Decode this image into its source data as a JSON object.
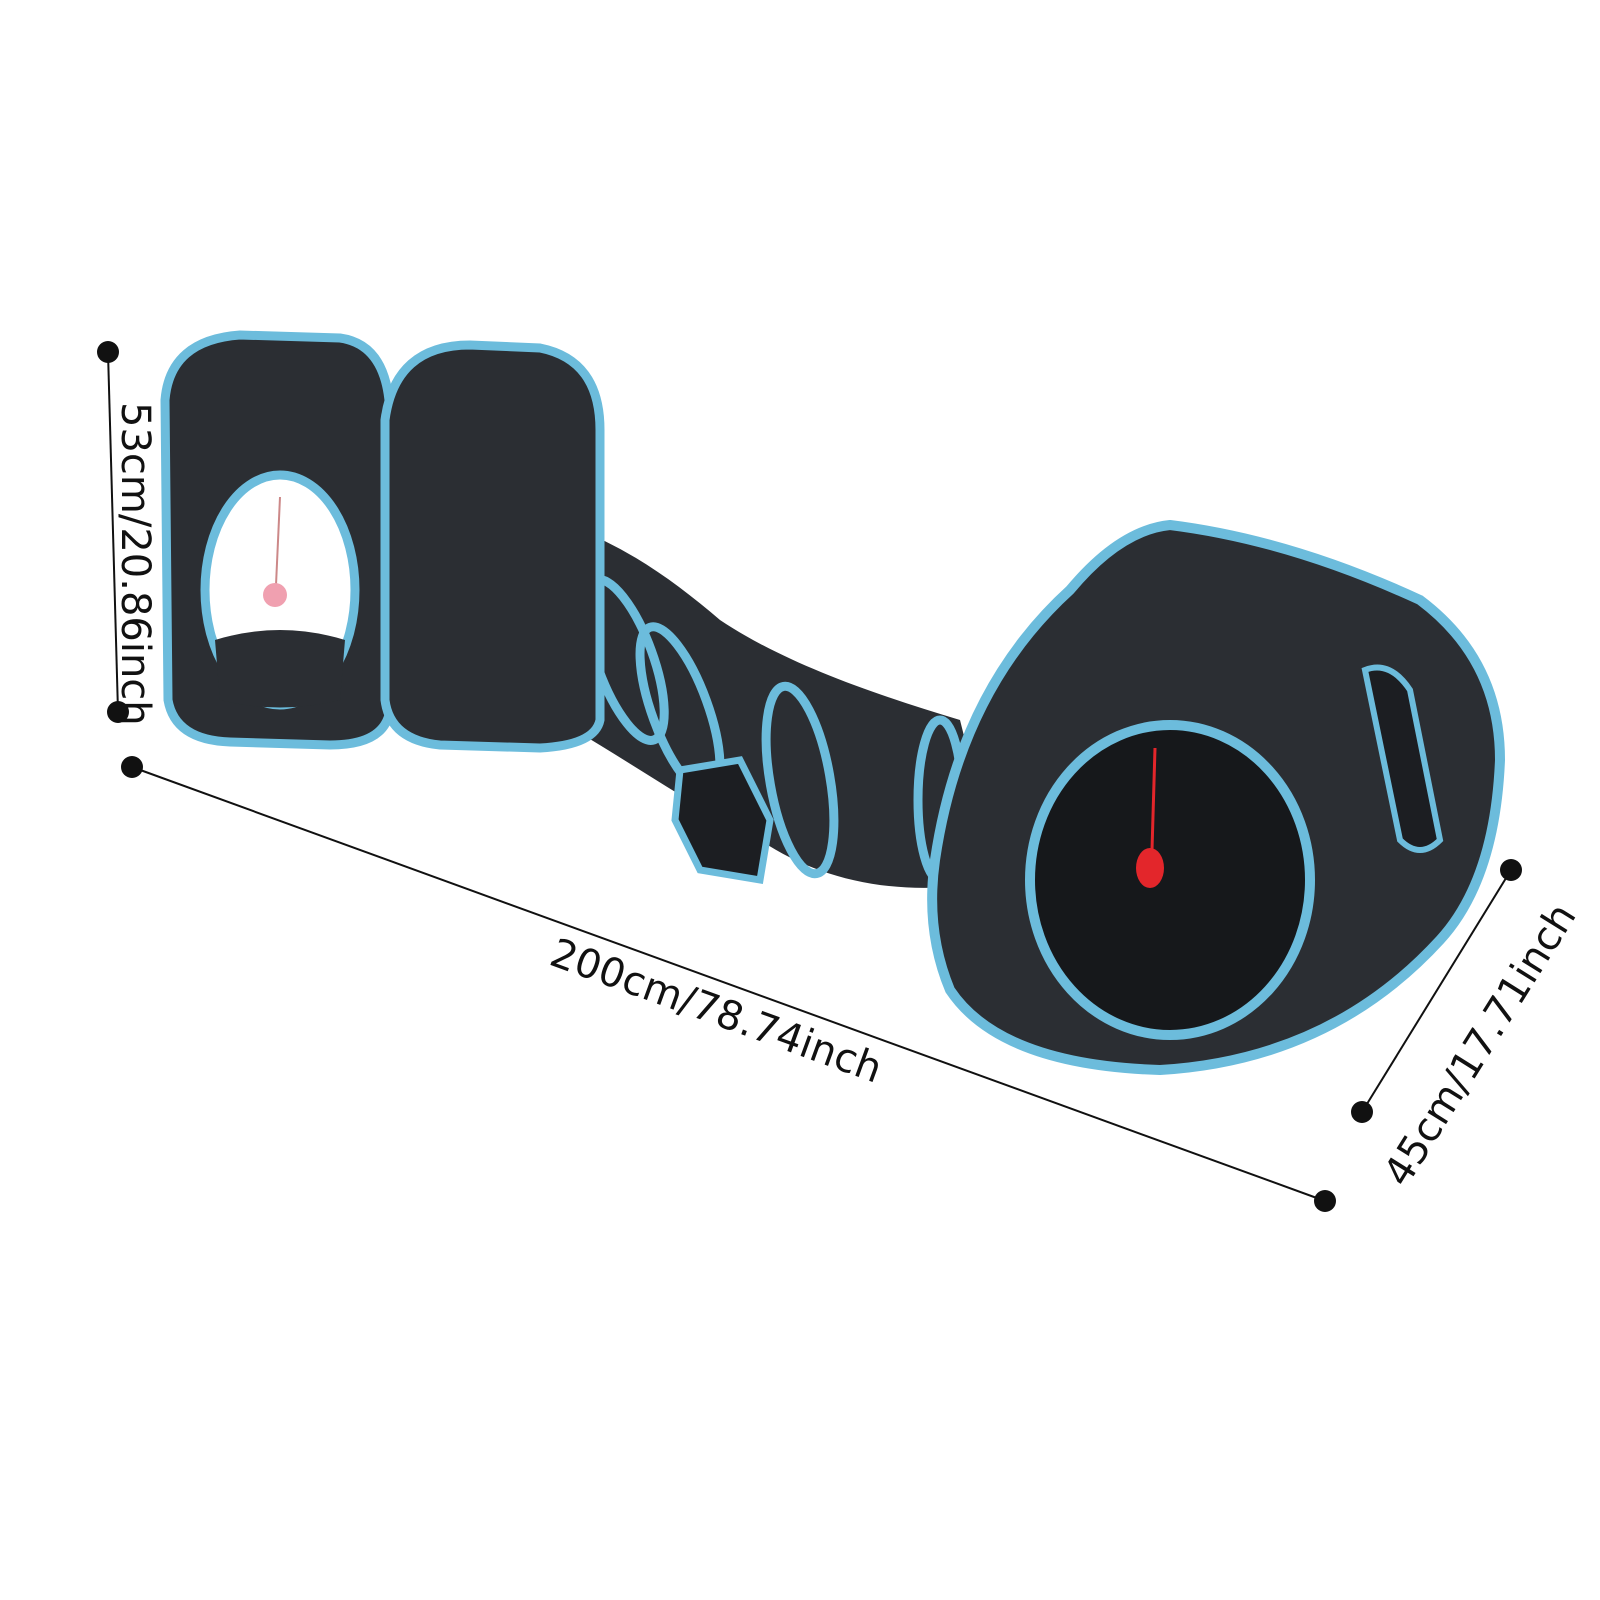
{
  "product": {
    "name": "cat tunnel with two cubes and triangle tent",
    "colors": {
      "fabric": "#2b2e33",
      "trim": "#6cbcdc",
      "toy_red": "#e3262b",
      "background": "#ffffff",
      "line": "#111111"
    }
  },
  "dimensions": {
    "height": "53cm/20.86inch",
    "length": "200cm/78.74inch",
    "width": "45cm/17.71inch"
  }
}
